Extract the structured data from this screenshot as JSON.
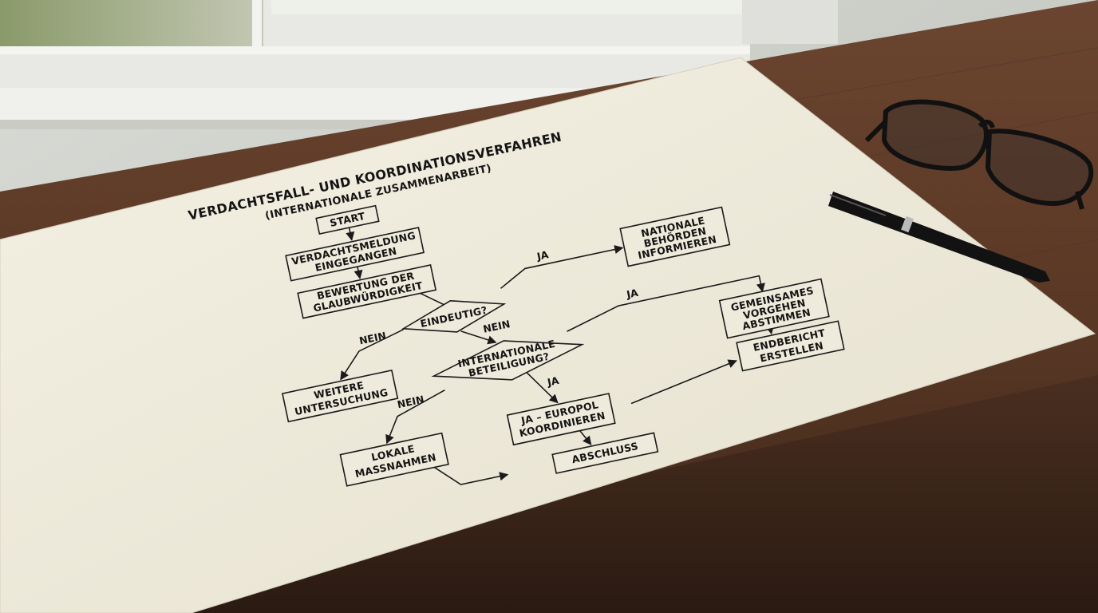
{
  "diagram": {
    "title_line1": "VERDACHTSFALL- UND KOORDINATIONSVERFAHREN",
    "title_line2": "(INTERNATIONALE ZUSAMMENARBEIT)",
    "nodes": {
      "start": [
        "START"
      ],
      "report": [
        "VERDACHTSMELDUNG",
        "EINGEGANGEN"
      ],
      "assess": [
        "BEWERTUNG DER",
        "GLAUBWÜRDIGKEIT"
      ],
      "clear": [
        "EINDEUTIG?"
      ],
      "national": [
        "NATIONALE",
        "BEHÖRDEN",
        "INFORMIEREN"
      ],
      "further": [
        "WEITERE",
        "UNTERSUCHUNG"
      ],
      "intl": [
        "INTERNATIONALE",
        "BETEILIGUNG?"
      ],
      "joint": [
        "GEMEINSAMES",
        "VORGEHEN",
        "ABSTIMMEN"
      ],
      "final": [
        "ENDBERICHT",
        "ERSTELLEN"
      ],
      "local": [
        "LOKALE",
        "MASSNAHMEN"
      ],
      "europol": [
        "JA – EUROPOL",
        "KOORDINIEREN"
      ],
      "close": [
        "ABSCHLUSS"
      ]
    },
    "edge_labels": {
      "clear_yes": "JA",
      "clear_no_left": "NEIN",
      "clear_no_down": "NEIN",
      "intl_yes_right": "JA",
      "intl_no": "NEIN",
      "intl_yes_down": "JA"
    }
  }
}
